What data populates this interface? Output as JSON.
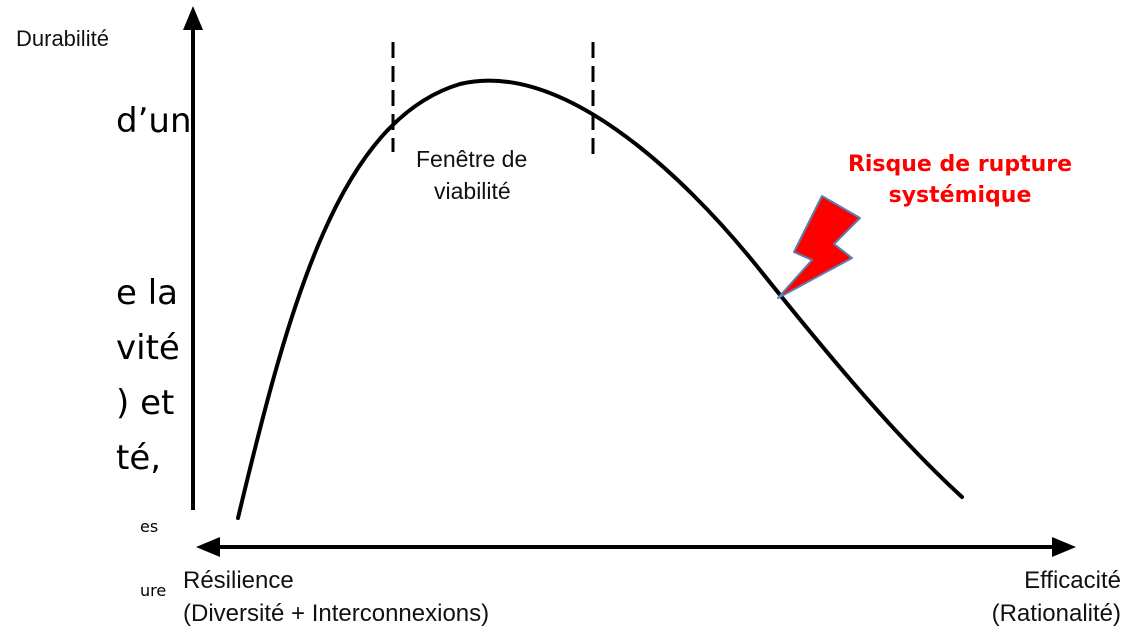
{
  "background_slide_fragments": {
    "line1": "d’un",
    "line2": "e la",
    "line3": "vité",
    "line4": ") et",
    "line5": "té,",
    "line6": "es",
    "line7": "ure"
  },
  "diagram": {
    "y_axis_label": "Durabilité",
    "window_label_line1": "Fenêtre de",
    "window_label_line2": "viabilité",
    "risk_label_line1": "Risque de rupture",
    "risk_label_line2": "systémique",
    "left_label_line1": "Résilience",
    "left_label_line2": "(Diversité + Interconnexions)",
    "right_label_line1": "Efficacité",
    "right_label_line2": "(Rationalité)"
  },
  "colors": {
    "curve": "#000000",
    "risk_text": "#ff0000",
    "lightning_fill": "#ff0000",
    "lightning_stroke": "#5a7fb0"
  }
}
